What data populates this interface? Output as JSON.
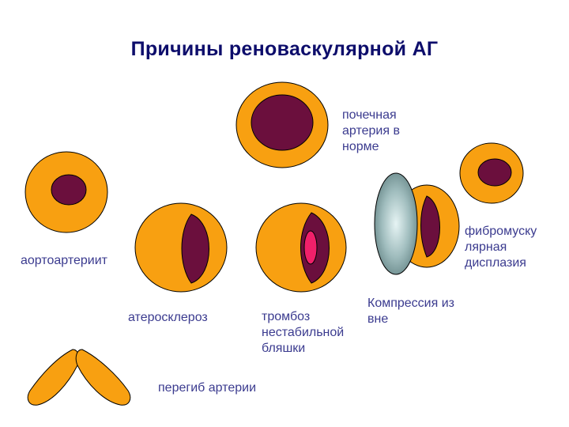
{
  "title": "Причины реноваскулярной АГ",
  "colors": {
    "vessel_wall": "#f8a011",
    "lumen": "#6b0f3d",
    "thrombus": "#f0206a",
    "compressor": "#8aa9aa",
    "label": "#3b3b8f",
    "title": "#0d0d6b"
  },
  "labels": {
    "normal": "почечная\nартерия в\nнорме",
    "aortoarteritis": "аортоартериит",
    "atherosclerosis": "атеросклероз",
    "thrombosis": "тромбоз\nнестабильной\nбляшки",
    "compression": "Компрессия из\nвне",
    "fibromuscular": "фибромуску\nлярная\nдисплазия",
    "kinking": "перегиб артерии"
  }
}
